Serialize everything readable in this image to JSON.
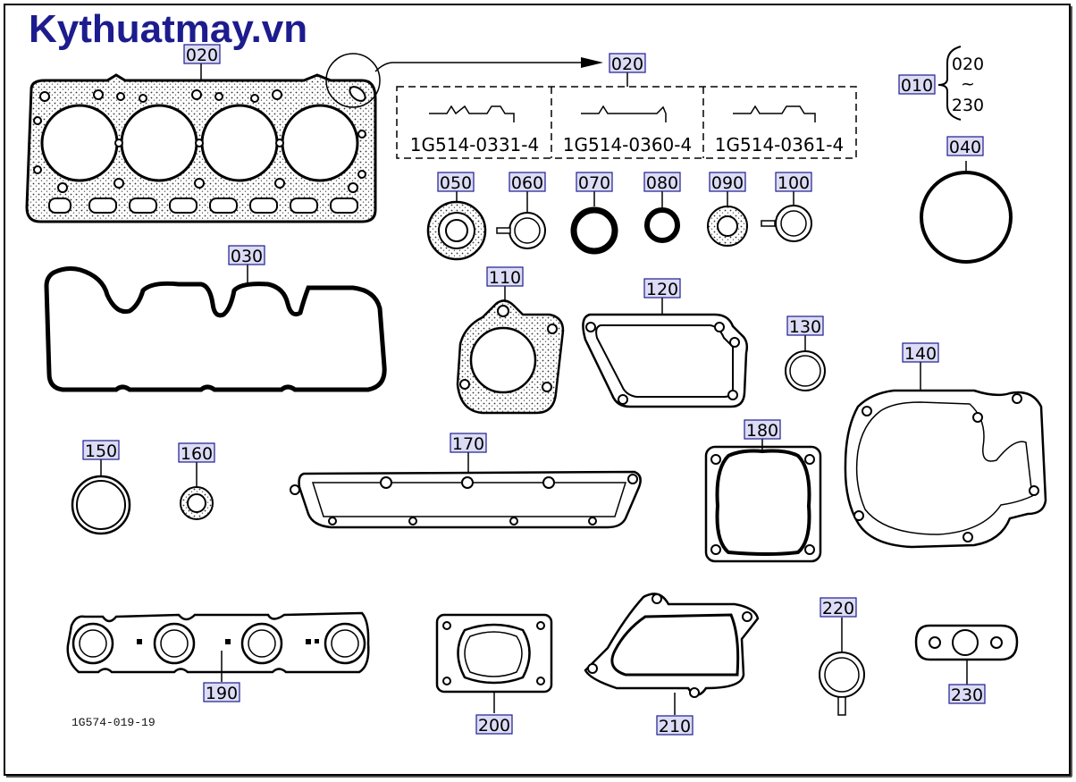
{
  "brand": "Kythuatmay.vn",
  "drawing_code": "1G574-019-19",
  "labels": {
    "p020": "020",
    "p020b": "020",
    "p010": "010",
    "range_top": "020",
    "range_tilde": "~",
    "range_bottom": "230",
    "p040": "040",
    "p030": "030",
    "p050": "050",
    "p060": "060",
    "p070": "070",
    "p080": "080",
    "p090": "090",
    "p100": "100",
    "p110": "110",
    "p120": "120",
    "p130": "130",
    "p140": "140",
    "p150": "150",
    "p160": "160",
    "p170": "170",
    "p180": "180",
    "p190": "190",
    "p200": "200",
    "p210": "210",
    "p220": "220",
    "p230": "230"
  },
  "variants": [
    "1G514-0331-4",
    "1G514-0360-4",
    "1G514-0361-4"
  ],
  "colors": {
    "brand": "#1d1c8e",
    "label_fill": "#dcdcf6",
    "label_border": "#1d1c8e",
    "line": "#000000"
  }
}
